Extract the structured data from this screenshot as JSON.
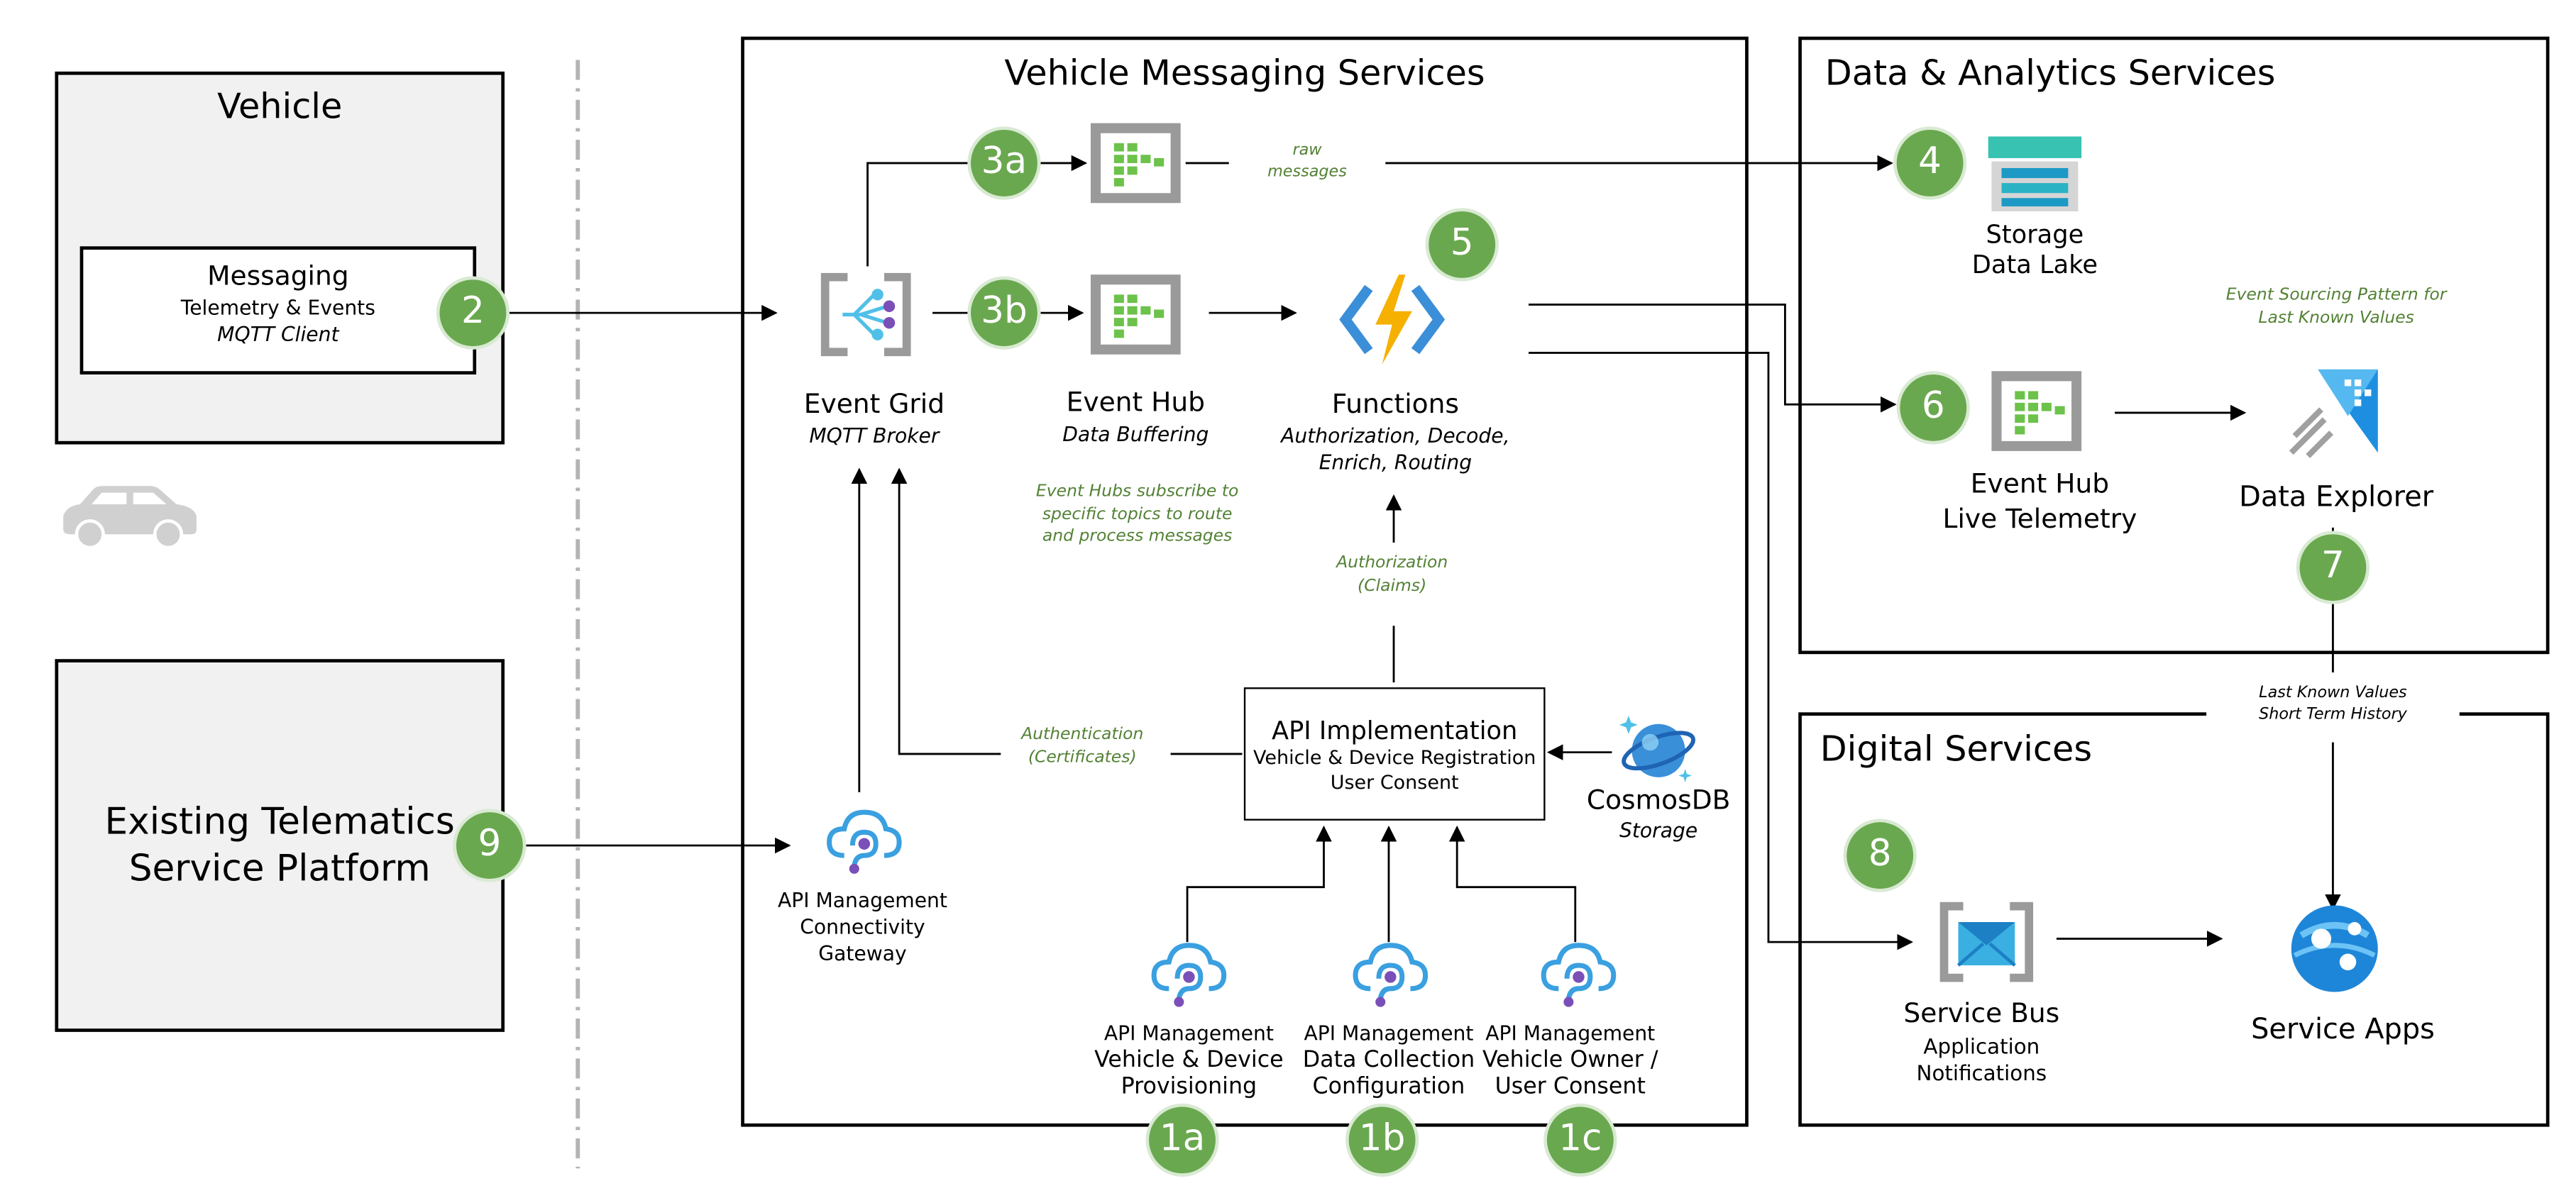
{
  "vehicle": {
    "title": "Vehicle",
    "messaging_title": "Messaging",
    "messaging_line1": "Telemetry & Events",
    "messaging_line2": "MQTT Client",
    "car_icon": "car-icon"
  },
  "telematics": {
    "title_line1": "Existing Telematics",
    "title_line2": "Service Platform"
  },
  "vms": {
    "title": "Vehicle Messaging Services",
    "raw_messages": [
      "raw",
      "messages"
    ],
    "event_grid": {
      "name": "Event Grid",
      "sub": "MQTT Broker"
    },
    "event_hub": {
      "name": "Event Hub",
      "sub": "Data Buffering"
    },
    "functions": {
      "name": "Functions",
      "sub1": "Authorization, Decode,",
      "sub2": "Enrich, Routing"
    },
    "event_hubs_note": [
      "Event Hubs subscribe to",
      "specific topics to route",
      "and process messages"
    ],
    "authorization_note": [
      "Authorization",
      "(Claims)"
    ],
    "authentication_note": [
      "Authentication",
      "(Certificates)"
    ],
    "api_impl": {
      "title": "API Implementation",
      "line1": "Vehicle & Device Registration",
      "line2": "User Consent"
    },
    "cosmos": {
      "name": "CosmosDB",
      "sub": "Storage"
    },
    "apim_gateway": {
      "line1": "API Management",
      "line2": "Connectivity",
      "line3": "Gateway"
    },
    "apim_provisioning": {
      "line1": "API Management",
      "line2": "Vehicle & Device",
      "line3": "Provisioning"
    },
    "apim_data_collection": {
      "line1": "API Management",
      "line2": "Data Collection",
      "line3": "Configuration"
    },
    "apim_owner": {
      "line1": "API Management",
      "line2": "Vehicle Owner /",
      "line3": "User Consent"
    }
  },
  "analytics": {
    "title": "Data & Analytics Services",
    "storage": {
      "line1": "Storage",
      "line2": "Data Lake"
    },
    "event_hub": {
      "line1": "Event Hub",
      "line2": "Live Telemetry"
    },
    "data_explorer": "Data Explorer",
    "pattern_note": [
      "Event Sourcing Pattern for",
      "Last Known Values"
    ]
  },
  "digital": {
    "title": "Digital Services",
    "service_bus": {
      "name": "Service Bus",
      "line1": "Application",
      "line2": "Notifications"
    },
    "service_apps": "Service Apps",
    "lkv_note": [
      "Last Known Values",
      "Short Term History"
    ]
  },
  "badges": {
    "b1a": "1a",
    "b1b": "1b",
    "b1c": "1c",
    "b2": "2",
    "b3a": "3a",
    "b3b": "3b",
    "b4": "4",
    "b5": "5",
    "b6": "6",
    "b7": "7",
    "b8": "8",
    "b9": "9"
  },
  "colors": {
    "badge_green": "#6aa84f",
    "note_green": "#538135",
    "panel_gray": "#f1f1f1",
    "hub_green": "#6cc24a",
    "azure_blue": "#0078d4"
  }
}
